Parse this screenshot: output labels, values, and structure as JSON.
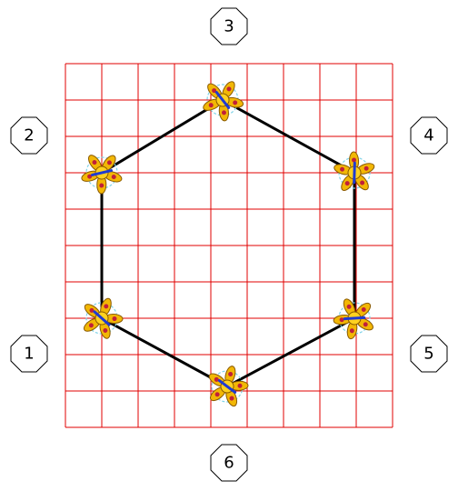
{
  "board": {
    "grid_columns": 9,
    "grid_rows": 10,
    "grid_color": "#e00000",
    "edge_color": "#000000"
  },
  "positions": [
    {
      "label": "1",
      "piece": "flower-token"
    },
    {
      "label": "2",
      "piece": "flower-token"
    },
    {
      "label": "3",
      "piece": "flower-token"
    },
    {
      "label": "4",
      "piece": "flower-token"
    },
    {
      "label": "5",
      "piece": "flower-token"
    },
    {
      "label": "6",
      "piece": "flower-token"
    }
  ],
  "piece_colors": {
    "petal": "#f2b705",
    "petal_outline": "#8a5a00",
    "center": "#ffd21f",
    "spot": "#c0203a",
    "stripe": "#1f3bd1",
    "halo": "#7fd3e8"
  }
}
